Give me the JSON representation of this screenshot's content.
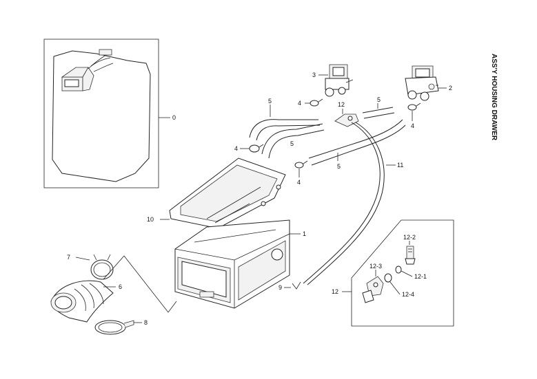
{
  "title": "ASS'Y HOUSING DRAWER",
  "labels": {
    "p0": "0",
    "p1": "1",
    "p2": "2",
    "p3": "3",
    "p4a": "4",
    "p4b": "4",
    "p4c": "4",
    "p4d": "4",
    "p5a": "5",
    "p5b": "5",
    "p5c": "5",
    "p5d": "5",
    "p6": "6",
    "p7": "7",
    "p8": "8",
    "p9": "9",
    "p10": "10",
    "p11": "11",
    "p12a": "12",
    "p12b": "12",
    "p12_1": "12-1",
    "p12_2": "12-2",
    "p12_3": "12-3",
    "p12_4": "12-4"
  }
}
